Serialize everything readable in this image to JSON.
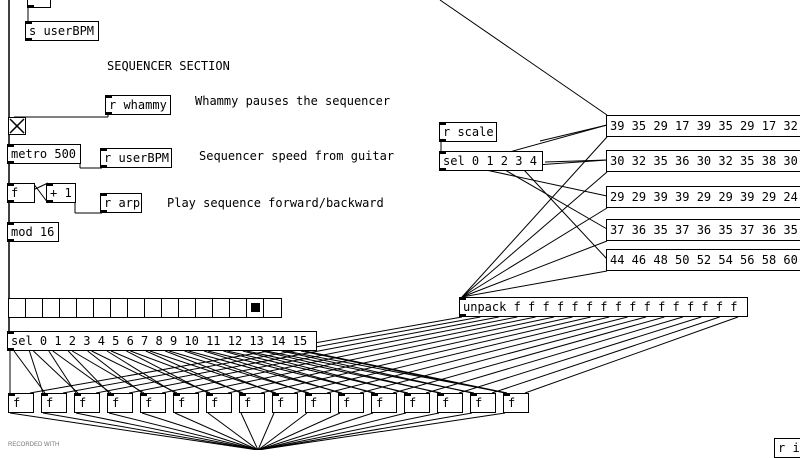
{
  "patch": {
    "objects": {
      "s_userbpm": "s userBPM",
      "r_whammy": "r whammy",
      "metro": "metro 500",
      "r_userbpm": "r userBPM",
      "f": "f",
      "plus1": "+ 1",
      "r_arp": "r arp",
      "mod16": "mod 16",
      "r_scale": "r scale",
      "sel_scale": "sel 0 1 2 3 4",
      "unpack": "unpack f f f f f f f f f f f f f f f f",
      "sel_steps": "sel 0 1 2 3 4 5 6 7 8 9 10 11 12 13 14 15",
      "edge": "r i"
    },
    "comments": {
      "section": "SEQUENCER SECTION",
      "whammy": "Whammy pauses the sequencer",
      "speed": "Sequencer speed from guitar",
      "direction": "Play sequence forward/backward"
    },
    "messages": [
      "39 35 29 17 39 35 29 17 32",
      "30 32 35 36 30 32 35 38 30",
      "29 29 39 39 29 29 39 29 24",
      "37 36 35 37 36 35 37 36 35",
      "44 46 48 50 52 54 56 58 60"
    ],
    "float_boxes": [
      "f",
      "f",
      "f",
      "f",
      "f",
      "f",
      "f",
      "f",
      "f",
      "f",
      "f",
      "f",
      "f",
      "f",
      "f",
      "f"
    ],
    "radio": {
      "cells": 16,
      "selected_index": 14
    },
    "footer": "RECORDED WITH"
  }
}
